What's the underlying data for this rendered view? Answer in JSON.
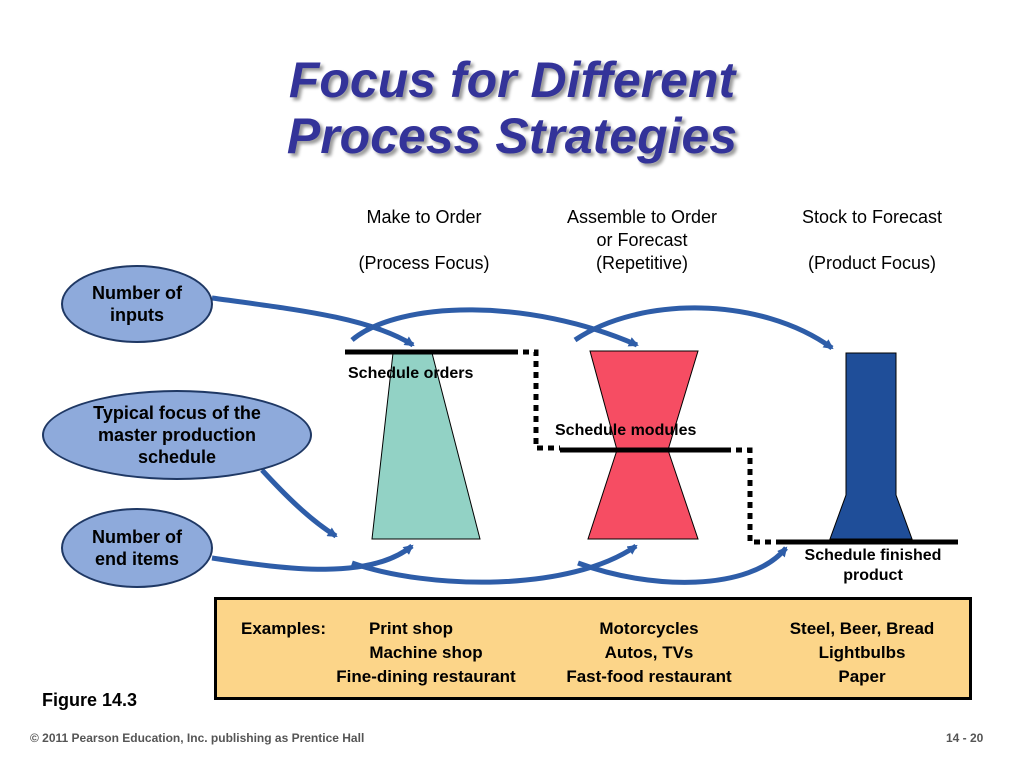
{
  "title": {
    "line1": "Focus for Different",
    "line2": "Process Strategies"
  },
  "columns": [
    {
      "heading": "Make to Order",
      "focus": "(Process Focus)"
    },
    {
      "heading": "Assemble to Order",
      "heading2": "or Forecast",
      "focus": "(Repetitive)"
    },
    {
      "heading": "Stock to Forecast",
      "focus": "(Product Focus)"
    }
  ],
  "ovals": {
    "inputs": {
      "line1": "Number of",
      "line2": "inputs"
    },
    "mps": {
      "line1": "Typical focus of the",
      "line2": "master production",
      "line3": "schedule"
    },
    "end_items": {
      "line1": "Number of",
      "line2": "end items"
    }
  },
  "schedule_labels": {
    "orders": "Schedule orders",
    "modules": "Schedule modules",
    "finished": {
      "line1": "Schedule finished",
      "line2": "product"
    }
  },
  "examples": {
    "label": "Examples:",
    "col1": [
      "Print shop",
      "Machine shop",
      "Fine-dining restaurant"
    ],
    "col2": [
      "Motorcycles",
      "Autos, TVs",
      "Fast-food restaurant"
    ],
    "col3": [
      "Steel, Beer, Bread",
      "Lightbulbs",
      "Paper"
    ]
  },
  "figure_label": "Figure 14.3",
  "footer": {
    "copyright": "© 2011 Pearson Education, Inc. publishing as Prentice Hall",
    "page": "14 - 20"
  },
  "colors": {
    "title": "#333399",
    "oval_fill": "#8eaadb",
    "arrow": "#2e5da8",
    "shape1": "#92d2c5",
    "shape2": "#f64d63",
    "shape3": "#1f4e99",
    "examples_bg": "#fcd589"
  }
}
